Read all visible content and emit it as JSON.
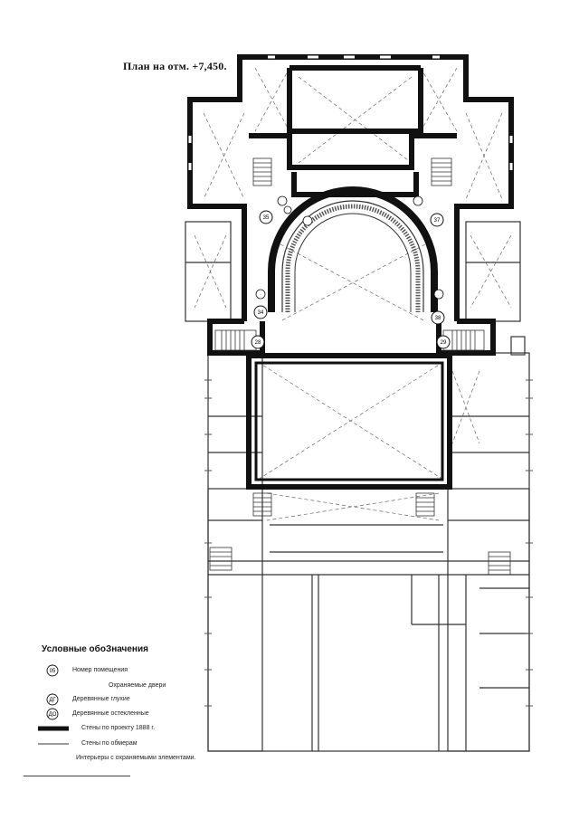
{
  "title": "План на отм. +7,450.",
  "rooms": {
    "r35": "35",
    "r37": "37",
    "r34": "34",
    "r38": "38",
    "r28": "28",
    "r29": "29"
  },
  "legend": {
    "title": "Условные обоЗначения",
    "room_sample": "05",
    "room_number": "Номер помещения",
    "doors_kept": "Охраняемые двери",
    "door_solid_sample": "ДГ",
    "wooden_solid": "Деревянные глухие",
    "door_glazed_sample": "ДО",
    "wooden_glazed": "Деревянные остекленные",
    "walls_1888": "Стены по проекту 1888 г.",
    "walls_measured": "Стены по обмерам",
    "interiors": "Интерьеры с охраняемыми элементами."
  }
}
